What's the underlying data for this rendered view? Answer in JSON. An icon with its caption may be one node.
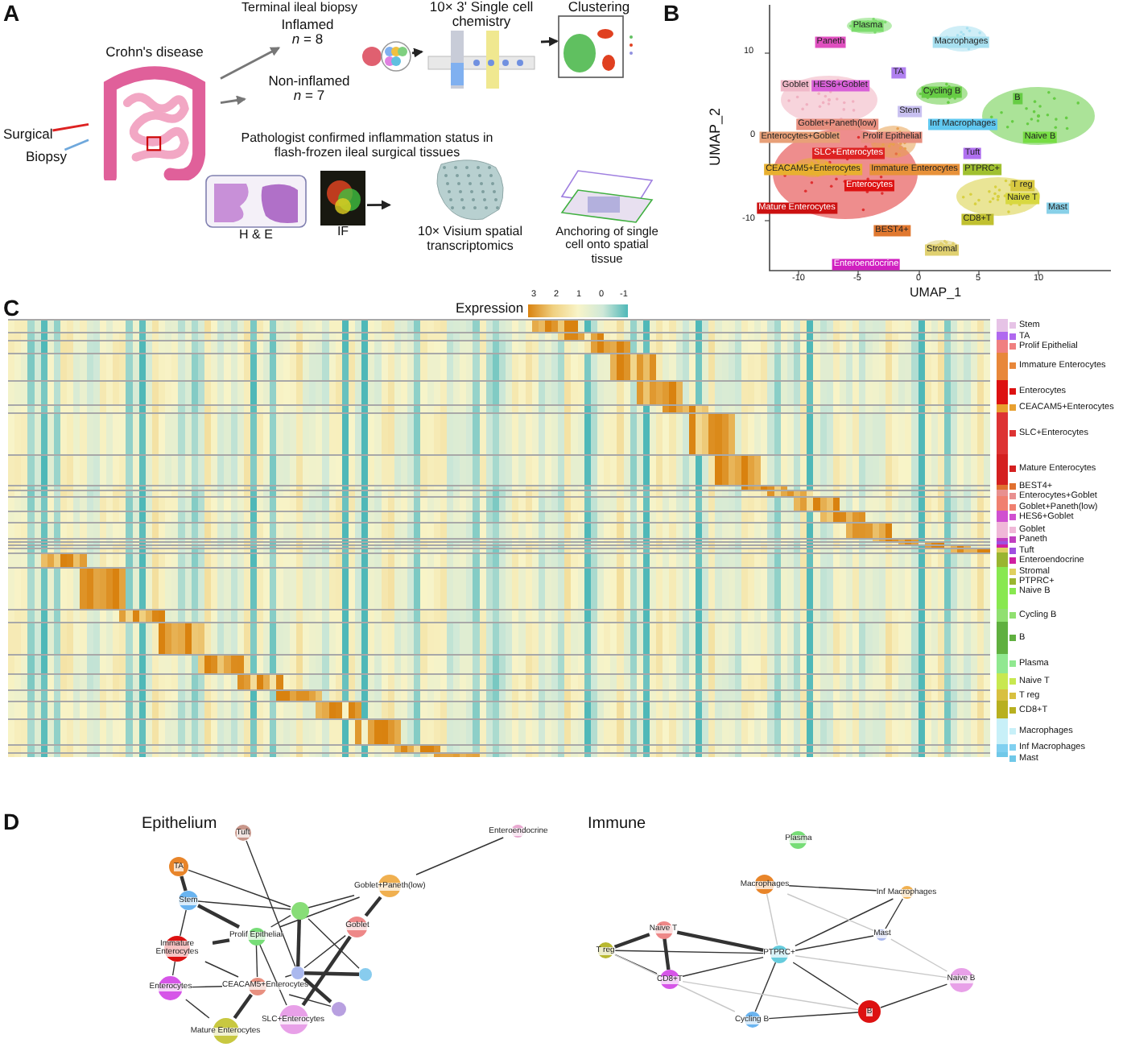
{
  "diagram": {
    "nodes": [
      {
        "text": [
          "Crohn's disease"
        ]
      },
      {
        "text": [
          "Surgical"
        ]
      },
      {
        "text": [
          "Biopsy"
        ]
      },
      {
        "text": [
          "Inflamed",
          "*n* = 8"
        ]
      },
      {
        "text": [
          "Non-inflamed",
          "*n* = 7"
        ]
      },
      {
        "text": [],
        "shape": "picture"
      },
      {
        "text": [
          "10× 3' Single cell chemistry"
        ]
      },
      {
        "text": [
          "Clustering"
        ]
      },
      {
        "text": [
          "H & E"
        ]
      },
      {
        "text": [
          "IF"
        ]
      },
      {
        "text": [
          "10× Visium spatial transcriptomics"
        ]
      },
      {
        "text": [
          "Anchoring of single cell onto spatial tissue"
        ]
      },
      {
        "text": [
          "Tuft"
        ]
      },
      {
        "text": [
          "Enteroendocrine"
        ]
      },
      {
        "text": [
          "TA"
        ]
      },
      {
        "text": [
          "Goblet+Paneth(low)"
        ]
      },
      {
        "text": [
          "Stem"
        ]
      },
      {
        "text": [],
        "shape": "circle"
      },
      {
        "text": [
          "Goblet"
        ]
      },
      {
        "text": [
          "Prolif Epithelial"
        ]
      },
      {
        "text": [
          "Immature Enterocytes"
        ]
      },
      {
        "text": [],
        "shape": "circle"
      },
      {
        "text": [],
        "shape": "circle"
      },
      {
        "text": [
          "CEACAM5+Enterocytes"
        ]
      },
      {
        "text": [
          "Enterocytes"
        ]
      },
      {
        "text": [],
        "shape": "circle"
      },
      {
        "text": [
          "Mature Enterocytes"
        ]
      },
      {
        "text": [
          "SLC+Enterocytes"
        ]
      },
      {
        "text": [
          "Plasma"
        ]
      },
      {
        "text": [
          "Macrophages"
        ]
      },
      {
        "text": [
          "Inf Macrophages"
        ]
      },
      {
        "text": [
          "Naive T"
        ]
      },
      {
        "text": [
          "Mast"
        ]
      },
      {
        "text": [
          "T reg"
        ]
      },
      {
        "text": [
          "PTPRC+"
        ]
      },
      {
        "text": [
          "CD8+T"
        ]
      },
      {
        "text": [
          "Naive B"
        ]
      },
      {
        "text": [
          "B"
        ]
      },
      {
        "text": [
          "Cycling B"
        ]
      }
    ],
    "edges": [
      {
        "from": 1,
        "to": 0,
        "arrow": "none",
        "color": "#dd2222"
      },
      {
        "from": 2,
        "to": 0,
        "arrow": "none",
        "color": "#6fa8dc"
      },
      {
        "from": 0,
        "to": 3,
        "arrow": "to",
        "color": "#777777"
      },
      {
        "from": 0,
        "to": 4,
        "arrow": "to",
        "color": "#777777"
      },
      {
        "from": 5,
        "to": 6,
        "arrow": "to"
      },
      {
        "from": 6,
        "to": 7,
        "arrow": "to"
      },
      {
        "from": 9,
        "to": 10,
        "arrow": "to"
      },
      {
        "from": 12,
        "to": 21,
        "arrow": "none"
      },
      {
        "from": 13,
        "to": 15,
        "arrow": "none"
      },
      {
        "from": 14,
        "to": 16,
        "arrow": "none",
        "style": "thick"
      },
      {
        "from": 14,
        "to": 17,
        "arrow": "none"
      },
      {
        "from": 16,
        "to": 17,
        "arrow": "none"
      },
      {
        "from": 16,
        "to": 19,
        "arrow": "none",
        "style": "thick"
      },
      {
        "from": 16,
        "to": 20,
        "arrow": "none"
      },
      {
        "from": 15,
        "to": 17,
        "arrow": "none"
      },
      {
        "from": 15,
        "to": 18,
        "arrow": "none",
        "style": "thick"
      },
      {
        "from": 15,
        "to": 19,
        "arrow": "none"
      },
      {
        "from": 17,
        "to": 19,
        "arrow": "none"
      },
      {
        "from": 17,
        "to": 21,
        "arrow": "none",
        "style": "thick"
      },
      {
        "from": 18,
        "to": 21,
        "arrow": "none"
      },
      {
        "from": 18,
        "to": 27,
        "arrow": "none",
        "style": "thick"
      },
      {
        "from": 19,
        "to": 20,
        "arrow": "none",
        "style": "thick"
      },
      {
        "from": 19,
        "to": 23,
        "arrow": "none"
      },
      {
        "from": 19,
        "to": 27,
        "arrow": "none"
      },
      {
        "from": 20,
        "to": 23,
        "arrow": "none"
      },
      {
        "from": 20,
        "to": 24,
        "arrow": "none"
      },
      {
        "from": 21,
        "to": 22,
        "arrow": "none",
        "style": "thick"
      },
      {
        "from": 21,
        "to": 25,
        "arrow": "none",
        "style": "thick"
      },
      {
        "from": 21,
        "to": 23,
        "arrow": "none"
      },
      {
        "from": 23,
        "to": 24,
        "arrow": "none"
      },
      {
        "from": 23,
        "to": 26,
        "arrow": "none",
        "style": "thick"
      },
      {
        "from": 23,
        "to": 25,
        "arrow": "none"
      },
      {
        "from": 24,
        "to": 26,
        "arrow": "none"
      },
      {
        "from": 17,
        "to": 22,
        "arrow": "none"
      },
      {
        "from": 29,
        "to": 30,
        "arrow": "none"
      },
      {
        "from": 29,
        "to": 34,
        "arrow": "none",
        "color": "#c8c8c8"
      },
      {
        "from": 30,
        "to": 34,
        "arrow": "none"
      },
      {
        "from": 30,
        "to": 32,
        "arrow": "none"
      },
      {
        "from": 31,
        "to": 33,
        "arrow": "none",
        "style": "thick"
      },
      {
        "from": 31,
        "to": 35,
        "arrow": "none",
        "style": "thick"
      },
      {
        "from": 31,
        "to": 34,
        "arrow": "none",
        "style": "thick"
      },
      {
        "from": 33,
        "to": 35,
        "arrow": "none"
      },
      {
        "from": 33,
        "to": 34,
        "arrow": "none"
      },
      {
        "from": 34,
        "to": 32,
        "arrow": "none"
      },
      {
        "from": 34,
        "to": 35,
        "arrow": "none"
      },
      {
        "from": 34,
        "to": 36,
        "arrow": "none",
        "color": "#c8c8c8"
      },
      {
        "from": 34,
        "to": 37,
        "arrow": "none"
      },
      {
        "from": 34,
        "to": 38,
        "arrow": "none"
      },
      {
        "from": 32,
        "to": 36,
        "arrow": "none",
        "color": "#c8c8c8"
      },
      {
        "from": 29,
        "to": 32,
        "arrow": "none",
        "color": "#c8c8c8"
      },
      {
        "from": 35,
        "to": 37,
        "arrow": "none",
        "color": "#c8c8c8"
      },
      {
        "from": 38,
        "to": 37,
        "arrow": "none"
      },
      {
        "from": 37,
        "to": 36,
        "arrow": "none"
      },
      {
        "from": 33,
        "to": 38,
        "arrow": "none",
        "color": "#c8c8c8"
      }
    ],
    "labels": [
      "A",
      "Terminal ileal biopsy",
      "Pathologist confirmed inflammation status in flash-frozen ileal surgical tissues",
      "B",
      "Plasma",
      "Paneth",
      "Macrophages",
      "TA",
      "Goblet",
      "HES6+Goblet",
      "Cycling B",
      "B",
      "Stem",
      "Goblet+Paneth(low)",
      "Inf Macrophages",
      "Enterocytes+Goblet",
      "Prolif Epithelial",
      "Naive B",
      "SLC+Enterocytes",
      "Tuft",
      "CEACAM5+Enterocytes",
      "Immature Enterocytes",
      "PTPRC+",
      "Enterocytes",
      "T reg",
      "Naive T",
      "Mature Enterocytes",
      "Mast",
      "CD8+T",
      "BEST4+",
      "Stromal",
      "Enteroendocrine",
      "10",
      "0",
      "-10",
      "-10",
      "-5",
      "0",
      "5",
      "10",
      "UMAP_2",
      "UMAP_1",
      "C",
      "Expression",
      "3",
      "2",
      "1",
      "0",
      "-1",
      "D",
      "Epithelium",
      "Immune"
    ],
    "legend": [
      {
        "text": "Stem",
        "color": "#e6c3e6"
      },
      {
        "text": "TA",
        "color": "#b069ef"
      },
      {
        "text": "Prolif Epithelial",
        "color": "#f08080"
      },
      {
        "text": "Immature Enterocytes",
        "color": "#e8873a"
      },
      {
        "text": "Enterocytes",
        "color": "#dd1111"
      },
      {
        "text": "CEACAM5+Enterocytes",
        "color": "#e8a030"
      },
      {
        "text": "SLC+Enterocytes",
        "color": "#dd3333"
      },
      {
        "text": "Mature Enterocytes",
        "color": "#d42020"
      },
      {
        "text": "BEST4+",
        "color": "#e07030"
      },
      {
        "text": "Enterocytes+Goblet",
        "color": "#e89090"
      },
      {
        "text": "Goblet+Paneth(low)",
        "color": "#f08070"
      },
      {
        "text": "HES6+Goblet",
        "color": "#d050d0"
      },
      {
        "text": "Goblet",
        "color": "#f0b8d8"
      },
      {
        "text": "Paneth",
        "color": "#c040c0"
      },
      {
        "text": "Tuft",
        "color": "#a050e0"
      },
      {
        "text": "Enteroendocrine",
        "color": "#d020a0"
      },
      {
        "text": "Stromal",
        "color": "#e0d060"
      },
      {
        "text": "PTPRC+",
        "color": "#9ab530"
      },
      {
        "text": "Naive B",
        "color": "#88e850"
      },
      {
        "text": "Cycling B",
        "color": "#90e070"
      },
      {
        "text": "B",
        "color": "#60b040"
      },
      {
        "text": "Plasma",
        "color": "#90e890"
      },
      {
        "text": "Naive T",
        "color": "#c8e850"
      },
      {
        "text": "T reg",
        "color": "#d8c040"
      },
      {
        "text": "CD8+T",
        "color": "#b8b020"
      },
      {
        "text": "Macrophages",
        "color": "#c8f0f8"
      },
      {
        "text": "Inf Macrophages",
        "color": "#80d0f0"
      },
      {
        "text": "Mast",
        "color": "#70c8e8"
      }
    ]
  }
}
